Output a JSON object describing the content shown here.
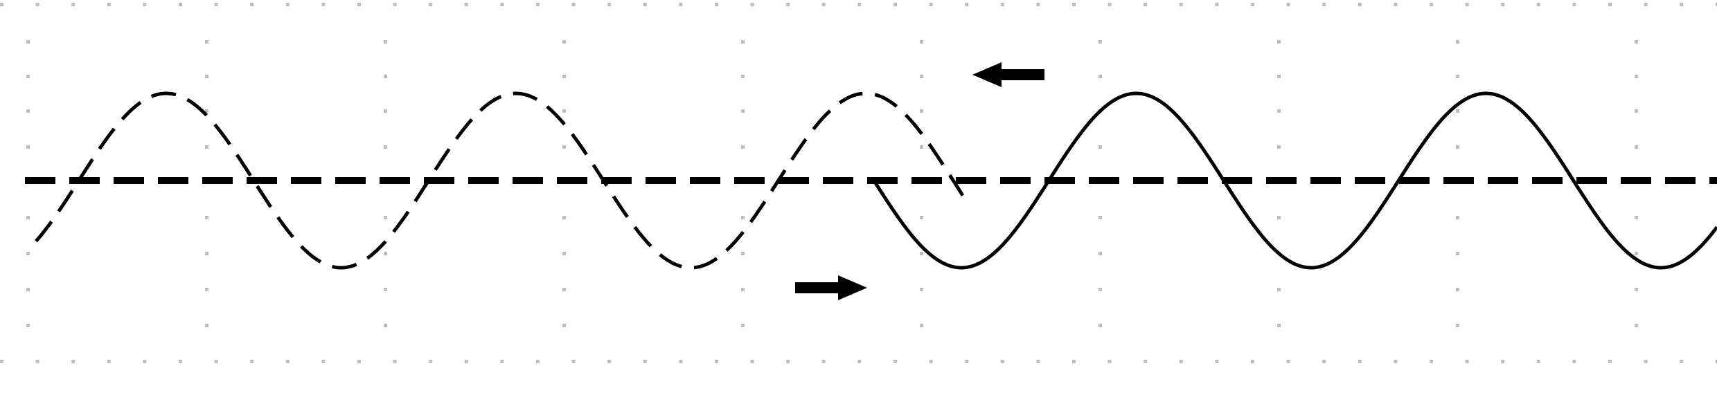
{
  "diagram": {
    "kind": "standing-wave-reflection",
    "colors": {
      "background": "#ffffff",
      "grid_dot": "#bdbdbd",
      "wave": "#000000",
      "axis": "#000000",
      "arrow": "#000000"
    },
    "grid": {
      "visible": true,
      "style": "dotted"
    },
    "axis": {
      "style": "dashed"
    },
    "incident_wave": {
      "style": "dashed",
      "cycles": 2.625,
      "direction": "right"
    },
    "reflected_wave": {
      "style": "solid",
      "cycles": 2.5,
      "direction": "left"
    },
    "arrows": [
      {
        "name": "arrow-left",
        "direction": "left"
      },
      {
        "name": "arrow-right",
        "direction": "right"
      }
    ]
  }
}
